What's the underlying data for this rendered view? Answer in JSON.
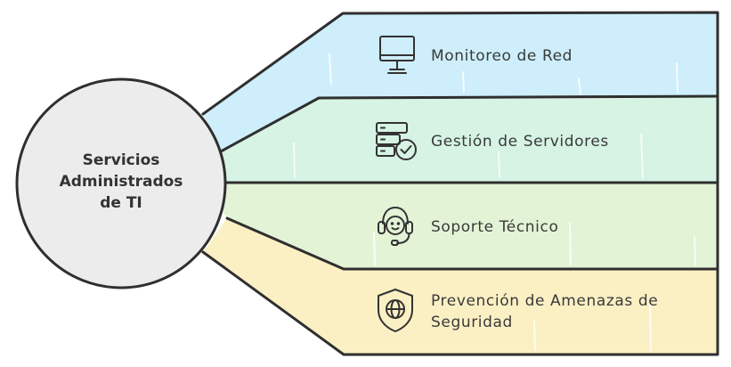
{
  "center": {
    "lines": [
      "Servicios",
      "Administrados",
      "de TI"
    ]
  },
  "items": [
    {
      "label": "Monitoreo de Red",
      "icon": "monitor-icon",
      "color": "#cdeefa"
    },
    {
      "label": "Gestión de Servidores",
      "icon": "server-check-icon",
      "color": "#d6f3e3"
    },
    {
      "label": "Soporte Técnico",
      "icon": "headset-support-icon",
      "color": "#e3f3d6"
    },
    {
      "label_lines": [
        "Prevención de Amenazas de",
        "Seguridad"
      ],
      "icon": "shield-globe-icon",
      "color": "#fbf0c4"
    }
  ]
}
